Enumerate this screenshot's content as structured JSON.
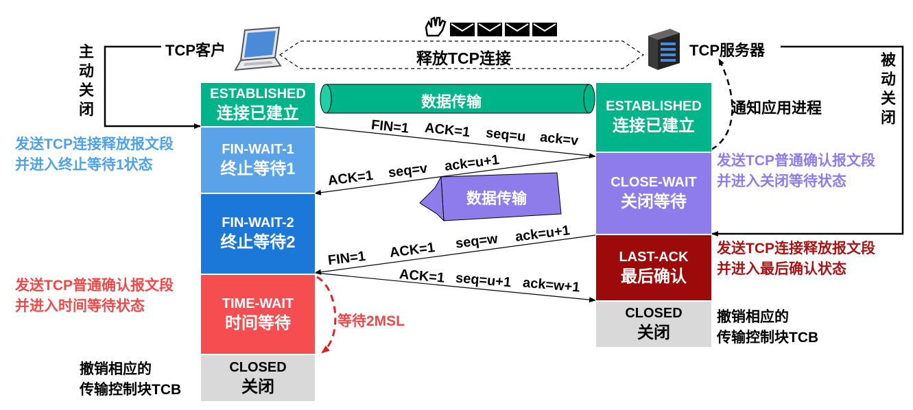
{
  "header": {
    "client": "TCP客户",
    "server": "TCP服务器",
    "release": "释放TCP连接"
  },
  "left_side": {
    "active_close": "主动关闭"
  },
  "right_side": {
    "passive_close": "被动关闭",
    "notify_app": "通知应用进程"
  },
  "data_transfer_top": "数据传输",
  "data_transfer_mid": "数据传输",
  "client_states": [
    {
      "en": "ESTABLISHED",
      "zh": "连接已建立"
    },
    {
      "en": "FIN-WAIT-1",
      "zh": "终止等待1"
    },
    {
      "en": "FIN-WAIT-2",
      "zh": "终止等待2"
    },
    {
      "en": "TIME-WAIT",
      "zh": "时间等待"
    },
    {
      "en": "CLOSED",
      "zh": "关闭"
    }
  ],
  "server_states": [
    {
      "en": "ESTABLISHED",
      "zh": "连接已建立"
    },
    {
      "en": "CLOSE-WAIT",
      "zh": "关闭等待"
    },
    {
      "en": "LAST-ACK",
      "zh": "最后确认"
    },
    {
      "en": "CLOSED",
      "zh": "关闭"
    }
  ],
  "segments": {
    "seg1": {
      "fin": "FIN=1",
      "ack": "ACK=1",
      "seq": "seq=u",
      "acknum": "ack=v"
    },
    "seg2": {
      "ack": "ACK=1",
      "seq": "seq=v",
      "acknum": "ack=u+1"
    },
    "seg3": {
      "fin": "FIN=1",
      "ack": "ACK=1",
      "seq": "seq=w",
      "acknum": "ack=u+1"
    },
    "seg4": {
      "ack": "ACK=1",
      "seq": "seq=u+1",
      "acknum": "ack=w+1"
    }
  },
  "annotations": {
    "client_fin_1": "发送TCP连接释放报文段",
    "client_fin_2": "并进入终止等待1状态",
    "client_ack_1": "发送TCP普通确认报文段",
    "client_ack_2": "并进入时间等待状态",
    "client_closed_1": "撤销相应的",
    "client_closed_2": "传输控制块TCB",
    "server_ack_1": "发送TCP普通确认报文段",
    "server_ack_2": "并进入关闭等待状态",
    "server_fin_1": "发送TCP连接释放报文段",
    "server_fin_2": "并进入最后确认状态",
    "server_closed_1": "撤销相应的",
    "server_closed_2": "传输控制块TCB",
    "wait_2msl": "等待2MSL"
  },
  "colors": {
    "established": "#00B48A",
    "fin_wait_1": "#5BA3E8",
    "fin_wait_2": "#1C78D8",
    "time_wait": "#F54D50",
    "closed": "#D9D9D9",
    "close_wait": "#8E7CEB",
    "last_ack": "#9C0A0A",
    "client_note_blue": "#4EA2E6",
    "client_note_red": "#F04848",
    "server_note_purple": "#8E7CEB",
    "server_note_darkred": "#A81414"
  },
  "icons": [
    "laptop-icon",
    "server-icon",
    "hand-icon",
    "envelope-icon"
  ]
}
